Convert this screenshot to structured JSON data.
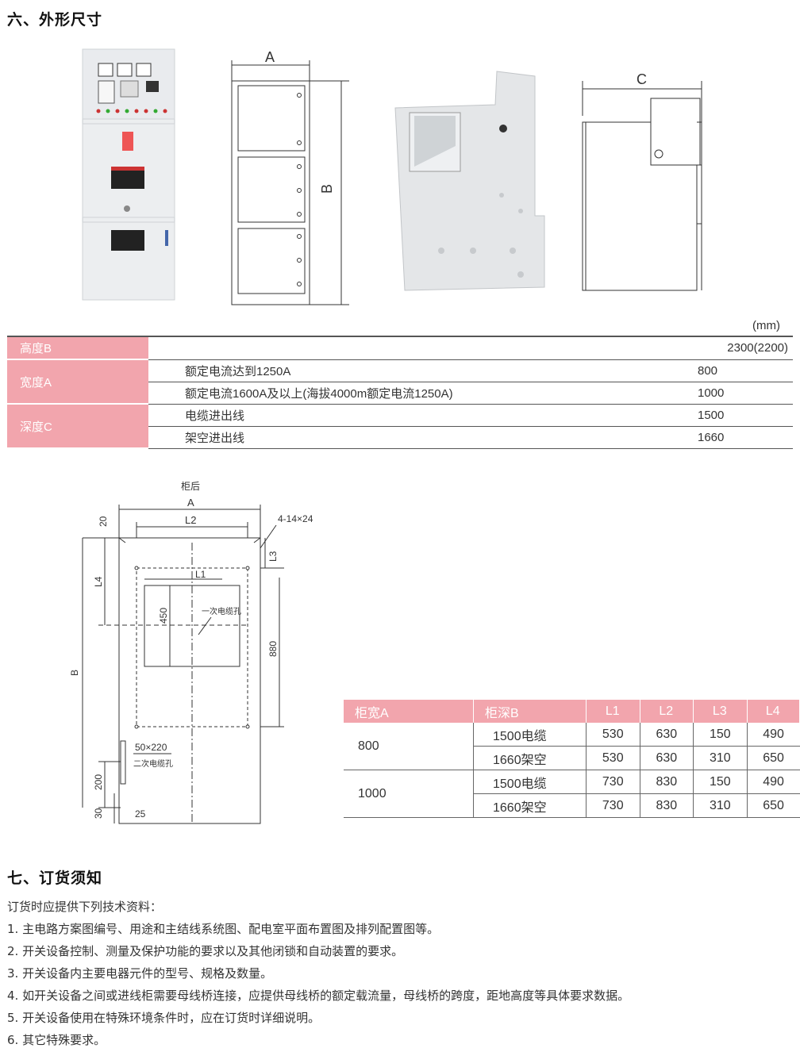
{
  "section6_title": "六、外形尺寸",
  "dim_labels": {
    "a": "A",
    "b": "B",
    "c": "C"
  },
  "unit": "(mm)",
  "dimension_table": {
    "height_label": "高度B",
    "height_value": "2300(2200)",
    "width_label": "宽度A",
    "width_rows": [
      {
        "desc": "额定电流达到1250A",
        "value": "800"
      },
      {
        "desc": "额定电流1600A及以上(海拔4000m额定电流1250A)",
        "value": "1000"
      }
    ],
    "depth_label": "深度C",
    "depth_rows": [
      {
        "desc": "电缆进出线",
        "value": "1500"
      },
      {
        "desc": "架空进出线",
        "value": "1660"
      }
    ]
  },
  "plan": {
    "rear_label": "柜后",
    "a": "A",
    "b": "B",
    "l1": "L1",
    "l2": "L2",
    "l3": "L3",
    "l4": "L4",
    "hole_spec": "4-14×24",
    "dim_20": "20",
    "dim_450": "450",
    "dim_880": "880",
    "dim_200": "200",
    "dim_30": "30",
    "dim_25": "25",
    "primary_hole": "一次电缆孔",
    "slot_size": "50×220",
    "secondary_hole": "二次电缆孔"
  },
  "l_table": {
    "headers": [
      "柜宽A",
      "柜深B",
      "L1",
      "L2",
      "L3",
      "L4"
    ],
    "groups": [
      {
        "width": "800",
        "rows": [
          {
            "depth": "1500电缆",
            "l1": "530",
            "l2": "630",
            "l3": "150",
            "l4": "490"
          },
          {
            "depth": "1660架空",
            "l1": "530",
            "l2": "630",
            "l3": "310",
            "l4": "650"
          }
        ]
      },
      {
        "width": "1000",
        "rows": [
          {
            "depth": "1500电缆",
            "l1": "730",
            "l2": "830",
            "l3": "150",
            "l4": "490"
          },
          {
            "depth": "1660架空",
            "l1": "730",
            "l2": "830",
            "l3": "310",
            "l4": "650"
          }
        ]
      }
    ]
  },
  "section7_title": "七、订货须知",
  "notes": {
    "intro": "订货时应提供下列技术资料：",
    "items": [
      "1. 主电路方案图编号、用途和主结线系统图、配电室平面布置图及排列配置图等。",
      "2. 开关设备控制、测量及保护功能的要求以及其他闭锁和自动装置的要求。",
      "3. 开关设备内主要电器元件的型号、规格及数量。",
      "4. 如开关设备之间或进线柜需要母线桥连接，应提供母线桥的额定载流量，母线桥的跨度，距地高度等具体要求数据。",
      "5. 开关设备使用在特殊环境条件时，应在订货时详细说明。",
      "6. 其它特殊要求。"
    ]
  }
}
